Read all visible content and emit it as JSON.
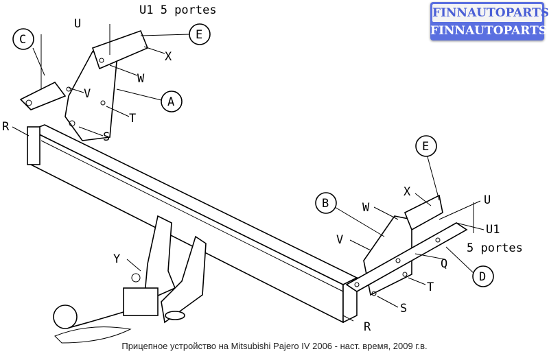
{
  "logo": {
    "line1": "FINNAUTOPARTS",
    "line2": "FINNAUTOPARTS"
  },
  "caption": "Прицепное устройство на Mitsubishi Pajero IV 2006 - наст. время, 2009 г.в.",
  "labels": {
    "u1_5portes_top": "U1 5 portes",
    "u_left": "U",
    "c": "C",
    "e_left": "E",
    "x_left": "X",
    "w_left": "W",
    "v_left": "V",
    "a": "A",
    "t_left": "T",
    "r_left": "R",
    "s_left": "S",
    "y": "Y",
    "b": "B",
    "e_right": "E",
    "x_right": "X",
    "w_right": "W",
    "u_right": "U",
    "u1_right": "U1",
    "portes_right": "5 portes",
    "v_right": "V",
    "q": "Q",
    "d": "D",
    "t_right": "T",
    "s_right": "S",
    "r_right": "R"
  }
}
